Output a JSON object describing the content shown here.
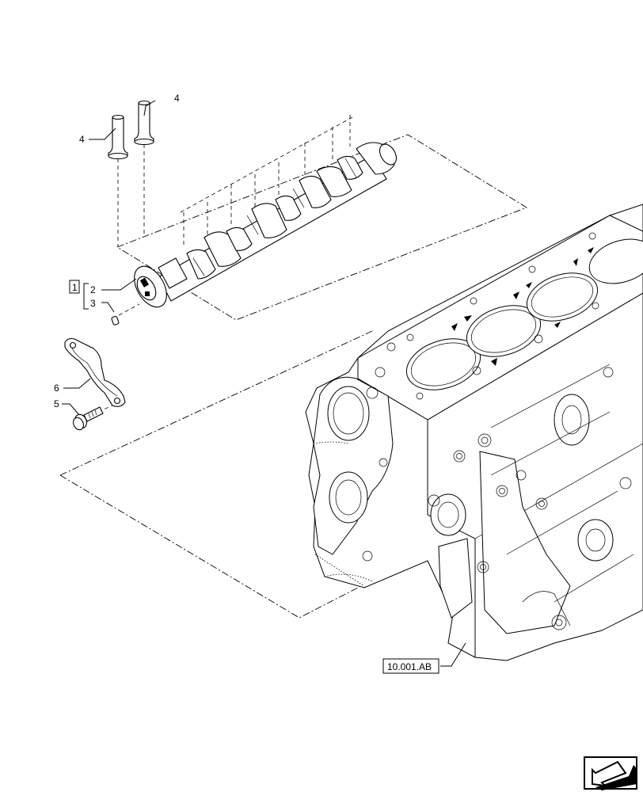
{
  "diagram": {
    "callouts": {
      "item_2": "2",
      "item_3": "3",
      "item_4_top": "4",
      "item_4_left": "4",
      "item_5": "5",
      "item_6": "6"
    },
    "kit_box_label": "1",
    "reference_label": "10.001.AB",
    "nav_icon": "arrow-icon"
  }
}
